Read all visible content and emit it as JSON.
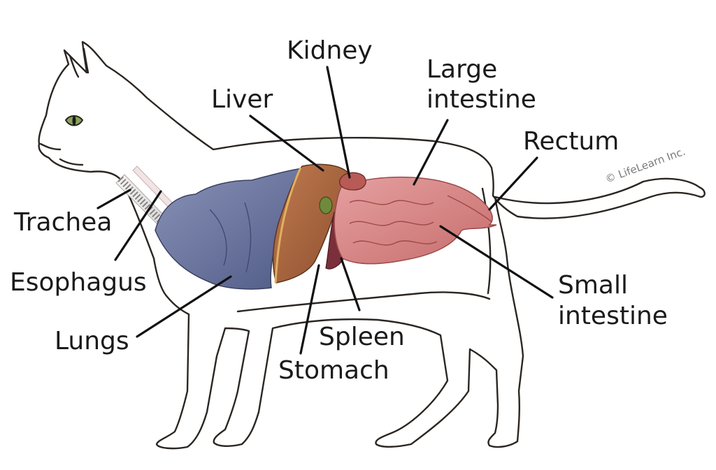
{
  "diagram": {
    "labels": {
      "kidney": "Kidney",
      "large_intestine_1": "Large",
      "large_intestine_2": "intestine",
      "liver": "Liver",
      "rectum": "Rectum",
      "trachea": "Trachea",
      "esophagus": "Esophagus",
      "lungs": "Lungs",
      "small_intestine_1": "Small",
      "small_intestine_2": "intestine",
      "spleen": "Spleen",
      "stomach": "Stomach"
    },
    "watermark": "© LifeLearn Inc.",
    "colors": {
      "lungs": "#6f7aa3",
      "liver": "#a8663f",
      "intestine": "#d98585",
      "kidney": "#b85a55",
      "spleen": "#7a2f3a",
      "gallbladder": "#6e8a3a",
      "eye": "#8aa35a",
      "outline": "#2b2622"
    }
  }
}
